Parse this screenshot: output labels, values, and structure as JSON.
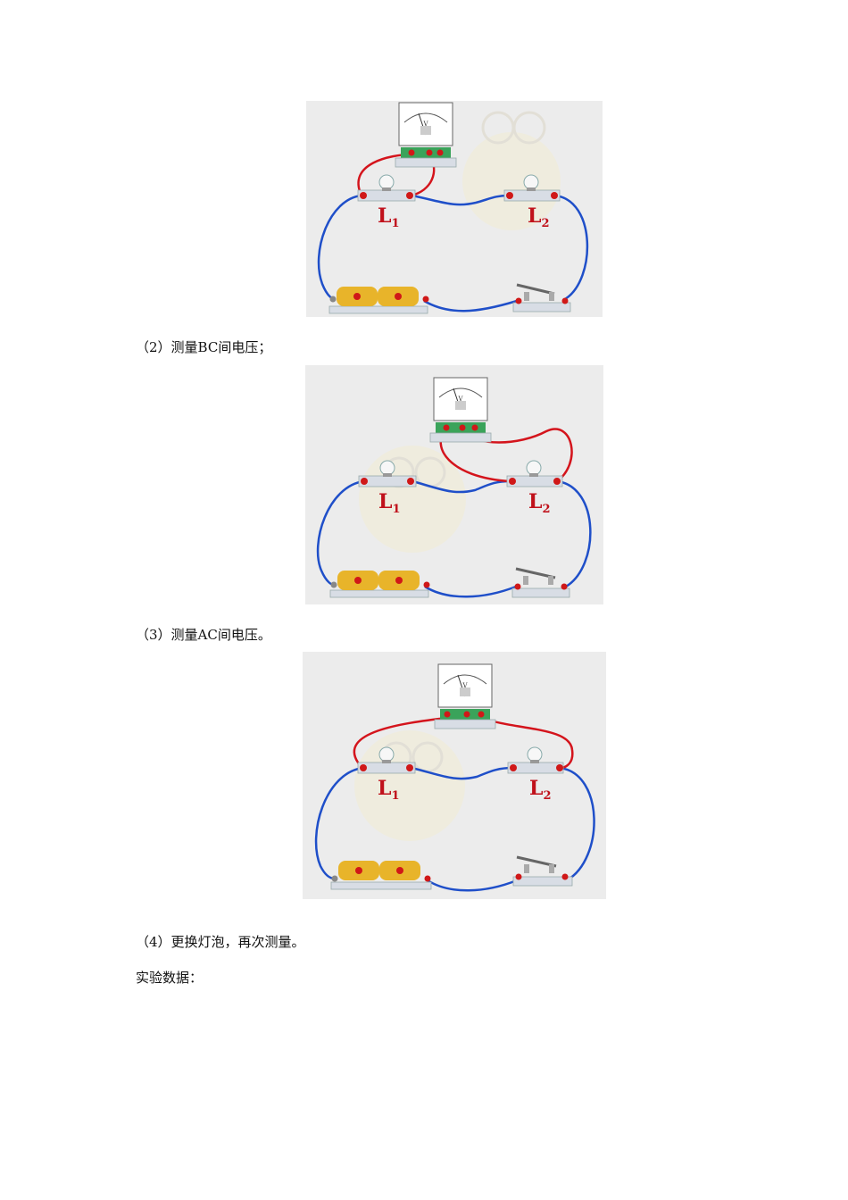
{
  "figures": [
    {
      "id": "fig-ab",
      "lamp1_label": "L",
      "lamp1_sub": "1",
      "lamp2_label": "L",
      "lamp2_sub": "2",
      "meter_symbol": "V"
    },
    {
      "id": "fig-bc",
      "lamp1_label": "L",
      "lamp1_sub": "1",
      "lamp2_label": "L",
      "lamp2_sub": "2",
      "meter_symbol": "V"
    },
    {
      "id": "fig-ac",
      "lamp1_label": "L",
      "lamp1_sub": "1",
      "lamp2_label": "L",
      "lamp2_sub": "2",
      "meter_symbol": "V"
    }
  ],
  "steps": {
    "step2": "（2）测量BC间电压；",
    "step3": "（3）测量AC间电压。",
    "step4": "（4）更换灯泡，再次测量。"
  },
  "data_heading": "实验数据：",
  "colors": {
    "wire_blue": "#1f4fc9",
    "wire_red": "#d4141c",
    "label_red": "#c0111b",
    "terminal_red": "#d01818",
    "battery": "#e8b42a",
    "panel": "#ececec"
  }
}
